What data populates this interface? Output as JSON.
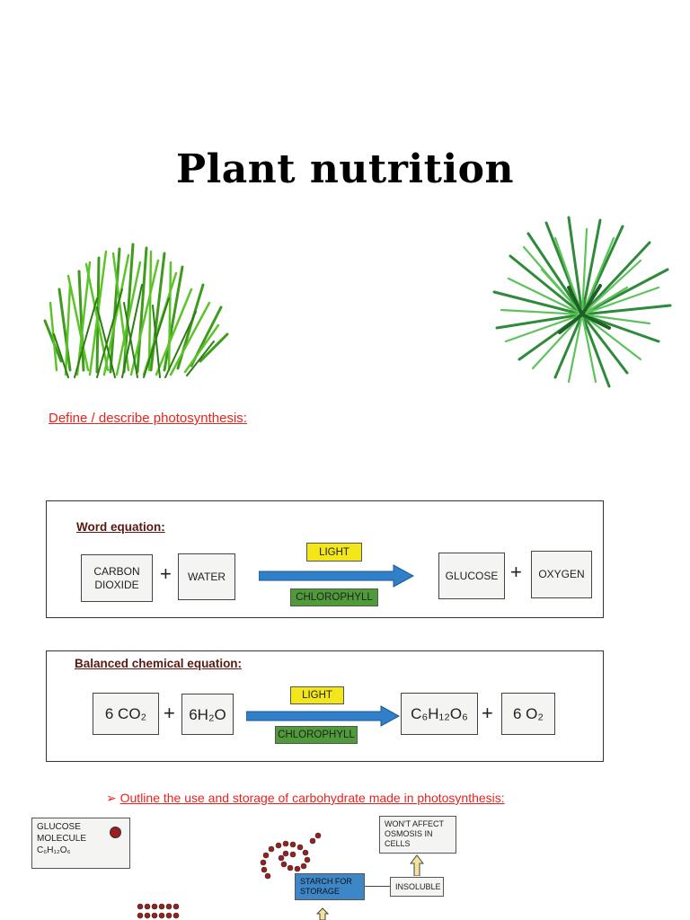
{
  "title": "Plant nutrition",
  "question1": "Define / describe photosynthesis:",
  "word_equation": {
    "heading": "Word equation:",
    "reactant1": "CARBON DIOXIDE",
    "reactant2": "WATER",
    "condition_top": "LIGHT",
    "condition_bottom": "CHLOROPHYLL",
    "product1": "GLUCOSE",
    "product2": "OXYGEN",
    "plus": "+"
  },
  "chemical_equation": {
    "heading": "Balanced chemical equation:",
    "reactant1": "6 CO₂",
    "reactant2": "6H₂O",
    "condition_top": "LIGHT",
    "condition_bottom": "CHLOROPHYLL",
    "product1": "C₆H₁₂O₆",
    "product2": "6 O₂",
    "plus": "+"
  },
  "question2": "Outline the use and storage of carbohydrate made in photosynthesis:",
  "diagram": {
    "glucose_label": "GLUCOSE MOLECULE",
    "glucose_formula": "C₆H₁₂O₆",
    "osmosis_note": "WON'T AFFECT OSMOSIS IN CELLS",
    "starch_label": "STARCH FOR STORAGE",
    "insoluble_label": "INSOLUBLE"
  },
  "colors": {
    "heading_red": "#e8231f",
    "arrow_blue": "#2f7fc9",
    "light_yellow": "#f3e61a",
    "chlorophyll_green": "#4f9b3a"
  }
}
